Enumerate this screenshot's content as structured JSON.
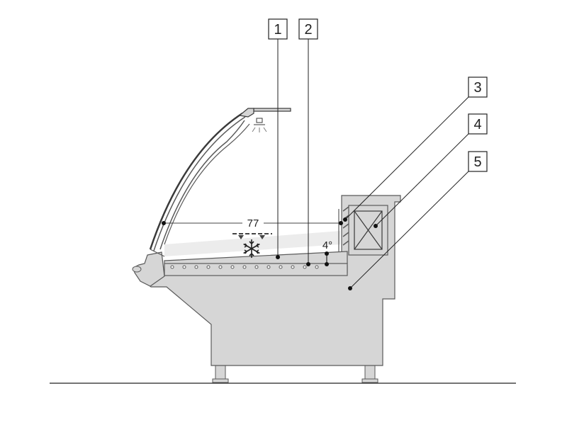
{
  "diagram": {
    "callouts": [
      {
        "id": "1",
        "label": "1"
      },
      {
        "id": "2",
        "label": "2"
      },
      {
        "id": "3",
        "label": "3"
      },
      {
        "id": "4",
        "label": "4"
      },
      {
        "id": "5",
        "label": "5"
      }
    ],
    "dimension_label": "77",
    "angle_label": "4°",
    "icons": [
      "snowflake-icon",
      "lamp-icon",
      "air-flow-indicator-icon"
    ],
    "colors": {
      "body_fill": "#d6d6d6",
      "body_stroke": "#5a5a5a",
      "glass_fill": "#ececec",
      "line": "#222222"
    }
  }
}
